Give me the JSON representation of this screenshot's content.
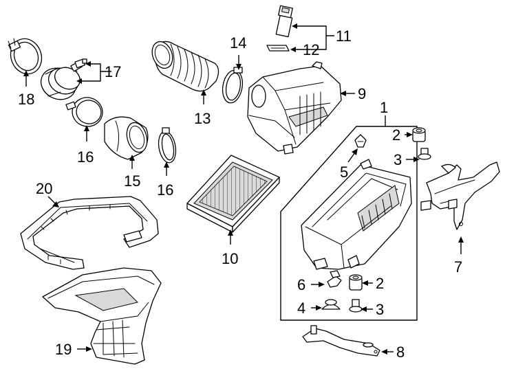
{
  "callouts": {
    "c1": "1",
    "c2a": "2",
    "c2b": "2",
    "c3a": "3",
    "c3b": "3",
    "c4": "4",
    "c5": "5",
    "c6": "6",
    "c7": "7",
    "c8": "8",
    "c9": "9",
    "c10": "10",
    "c11": "11",
    "c12": "12",
    "c13": "13",
    "c14": "14",
    "c15": "15",
    "c16a": "16",
    "c16b": "16",
    "c17": "17",
    "c18": "18",
    "c19": "19",
    "c20": "20"
  }
}
